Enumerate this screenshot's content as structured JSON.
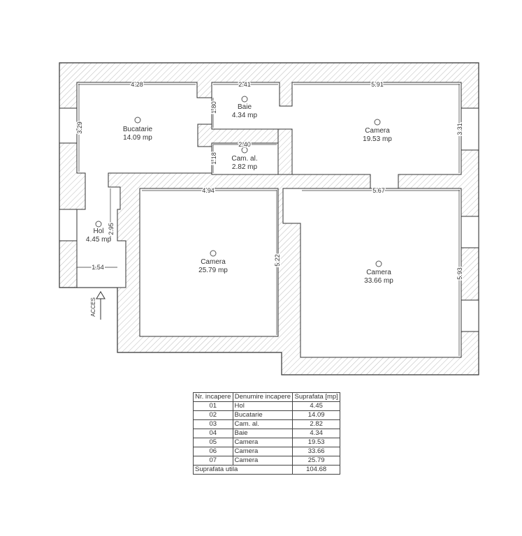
{
  "rooms": [
    {
      "nr": "01",
      "name": "Hol",
      "area": "4.45 mp"
    },
    {
      "nr": "02",
      "name": "Bucatarie",
      "area": "14.09 mp"
    },
    {
      "nr": "03",
      "name": "Cam. al.",
      "area": "2.82 mp"
    },
    {
      "nr": "04",
      "name": "Baie",
      "area": "4.34 mp"
    },
    {
      "nr": "05",
      "name": "Camera",
      "area": "19.53 mp"
    },
    {
      "nr": "06",
      "name": "Camera",
      "area": "33.66 mp"
    },
    {
      "nr": "07",
      "name": "Camera",
      "area": "25.79 mp"
    }
  ],
  "dims": {
    "d428": "4.28",
    "d241": "2.41",
    "d591": "5.91",
    "d329": "3.29",
    "d180": "1.80",
    "d240": "2.40",
    "d118": "1.18",
    "d331": "3.31",
    "d494": "4.94",
    "d567": "5.67",
    "d295": "2.95",
    "d522": "5.22",
    "d593": "5.93",
    "d154": "1.54"
  },
  "access_label": "ACCES",
  "table": {
    "headers": [
      "Nr. incapere",
      "Denumire incapere",
      "Suprafata [mp]"
    ],
    "rows": [
      [
        "01",
        "Hol",
        "4.45"
      ],
      [
        "02",
        "Bucatarie",
        "14.09"
      ],
      [
        "03",
        "Cam. al.",
        "2.82"
      ],
      [
        "04",
        "Baie",
        "4.34"
      ],
      [
        "05",
        "Camera",
        "19.53"
      ],
      [
        "06",
        "Camera",
        "33.66"
      ],
      [
        "07",
        "Camera",
        "25.79"
      ]
    ],
    "total_label": "Suprafata utila",
    "total": "104.68"
  }
}
